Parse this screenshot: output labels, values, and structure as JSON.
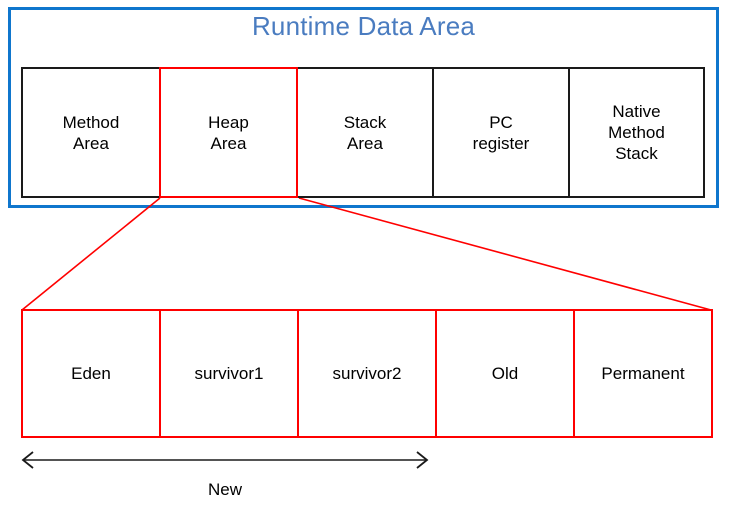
{
  "diagram": {
    "title": "Runtime Data Area",
    "title_color": "#4a7cc0",
    "frame_color": "#0f76cd",
    "highlight_color": "#ff0000",
    "box_color": "#1a1a1a",
    "runtime_boxes": [
      {
        "label": "Method\nArea",
        "width": 140,
        "highlighted": false
      },
      {
        "label": "Heap\nArea",
        "width": 139,
        "highlighted": true
      },
      {
        "label": "Stack\nArea",
        "width": 138,
        "highlighted": false
      },
      {
        "label": "PC\nregister",
        "width": 138,
        "highlighted": false
      },
      {
        "label": "Native\nMethod\nStack",
        "width": 137,
        "highlighted": false
      }
    ],
    "heap_boxes": [
      {
        "label": "Eden",
        "width": 140
      },
      {
        "label": "survivor1",
        "width": 140
      },
      {
        "label": "survivor2",
        "width": 140
      },
      {
        "label": "Old",
        "width": 140
      },
      {
        "label": "Permanent",
        "width": 140
      }
    ],
    "span_arrow": {
      "label": "New",
      "covers": "Eden + survivor1 + survivor2"
    }
  }
}
